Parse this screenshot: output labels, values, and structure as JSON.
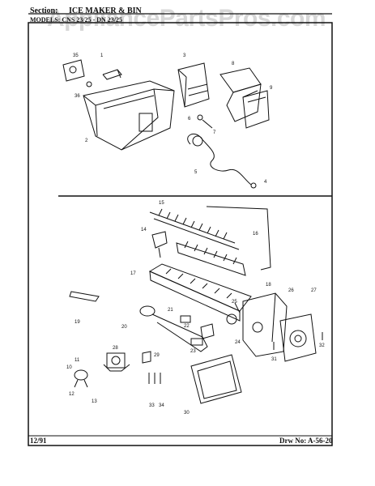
{
  "header": {
    "section_label": "Section:",
    "section_title": "ICE MAKER & BIN",
    "models_line": "MODELS: CNS 23/25 - DN 23/25"
  },
  "watermark": "AppliancePartsPros.com",
  "footer": {
    "date": "12/91",
    "drawing_no": "Drw No: A-56-20"
  },
  "callouts": [
    "35",
    "36",
    "1",
    "2",
    "3",
    "8",
    "9",
    "6",
    "7",
    "5",
    "4",
    "15",
    "16",
    "14",
    "17",
    "18",
    "19",
    "20",
    "21",
    "22",
    "23",
    "24",
    "25",
    "26",
    "27",
    "28",
    "29",
    "31",
    "32",
    "11",
    "10",
    "12",
    "13",
    "33",
    "34",
    "30"
  ],
  "colors": {
    "line": "#111111",
    "watermark": "#8c8c8c"
  }
}
